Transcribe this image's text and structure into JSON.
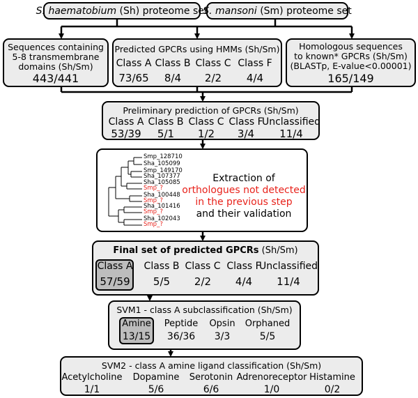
{
  "top": {
    "sh_set": {
      "species": "S. haematobium",
      "rest": " (Sh) proteome set"
    },
    "sm_set": {
      "species": "S. mansoni",
      "rest": " (Sm) proteome set"
    }
  },
  "row2": {
    "tm": {
      "line1": "Sequences containing",
      "line2": "5-8 transmembrane",
      "line3": "domains (Sh/Sm)",
      "value": "443/441"
    },
    "hmm": {
      "title": "Predicted GPCRs using HMMs (Sh/Sm)",
      "classes": [
        {
          "label": "Class A",
          "value": "73/65"
        },
        {
          "label": "Class B",
          "value": "8/4"
        },
        {
          "label": "Class C",
          "value": "2/2"
        },
        {
          "label": "Class F",
          "value": "4/4"
        }
      ]
    },
    "homolog": {
      "line1": "Homologous sequences",
      "line2": "to known* GPCRs (Sh/Sm)",
      "line3": "(BLASTp, E-value<0.00001)",
      "value": "165/149"
    }
  },
  "prelim": {
    "title": "Preliminary prediction of GPCRs (Sh/Sm)",
    "classes": [
      {
        "label": "Class A",
        "value": "53/39"
      },
      {
        "label": "Class B",
        "value": "5/1"
      },
      {
        "label": "Class C",
        "value": "1/2"
      },
      {
        "label": "Class F",
        "value": "3/4"
      },
      {
        "label": "Unclassified",
        "value": "11/4"
      }
    ]
  },
  "extraction": {
    "line1": "Extraction of",
    "line2_red": "orthologues not detected",
    "line3_red": "in the previous step",
    "line4": "and their validation",
    "tree_labels": [
      {
        "text": "Smp_128710",
        "red": false
      },
      {
        "text": "Sha_105099",
        "red": false
      },
      {
        "text": "Smp_149170",
        "red": false
      },
      {
        "text": "Sha_107377",
        "red": false
      },
      {
        "text": "Sha_105085",
        "red": false
      },
      {
        "text": "Smp_?",
        "red": true
      },
      {
        "text": "Sha_100448",
        "red": false
      },
      {
        "text": "Smp_?",
        "red": true
      },
      {
        "text": "Sha_101416",
        "red": false
      },
      {
        "text": "Smp_?",
        "red": true
      },
      {
        "text": "Sha_102043",
        "red": false
      },
      {
        "text": "Smp_?",
        "red": true
      }
    ]
  },
  "final": {
    "title_bold": "Final set of predicted GPCRs",
    "title_rest": " (Sh/Sm)",
    "classes": [
      {
        "label": "Class A",
        "value": "57/59"
      },
      {
        "label": "Class B",
        "value": "5/5"
      },
      {
        "label": "Class C",
        "value": "2/2"
      },
      {
        "label": "Class F",
        "value": "4/4"
      },
      {
        "label": "Unclassified",
        "value": "11/4"
      }
    ]
  },
  "svm1": {
    "title": "SVM1 - class A subclassification (Sh/Sm)",
    "classes": [
      {
        "label": "Amine",
        "value": "13/15"
      },
      {
        "label": "Peptide",
        "value": "36/36"
      },
      {
        "label": "Opsin",
        "value": "3/3"
      },
      {
        "label": "Orphaned",
        "value": "5/5"
      }
    ]
  },
  "svm2": {
    "title": "SVM2 - class A amine ligand classification (Sh/Sm)",
    "classes": [
      {
        "label": "Acetylcholine",
        "value": "1/1"
      },
      {
        "label": "Dopamine",
        "value": "5/6"
      },
      {
        "label": "Serotonin",
        "value": "6/6"
      },
      {
        "label": "Adrenoreceptor",
        "value": "1/0"
      },
      {
        "label": "Histamine",
        "value": "0/2"
      }
    ]
  },
  "colors": {
    "box_fill": "#ececec",
    "highlight_fill": "#bdbdbd",
    "red_text": "#e8221b"
  }
}
